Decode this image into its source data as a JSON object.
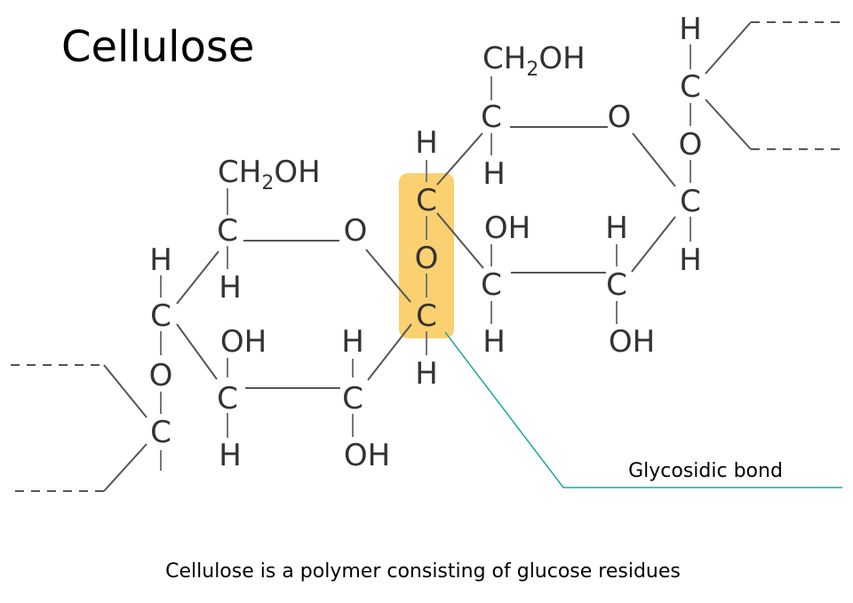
{
  "title": "Cellulose",
  "caption": "Cellulose is a polymer consisting of glucose residues",
  "callout": "Glycosidic bond",
  "colors": {
    "highlight": "#fad070",
    "leader": "#1aa89a",
    "bond": "#555555",
    "atom_text": "#333333"
  },
  "atoms": {
    "c": "C",
    "o": "O",
    "h": "H",
    "oh": "OH",
    "ch2": "CH",
    "two": "2",
    "oh_suffix": "OH"
  }
}
